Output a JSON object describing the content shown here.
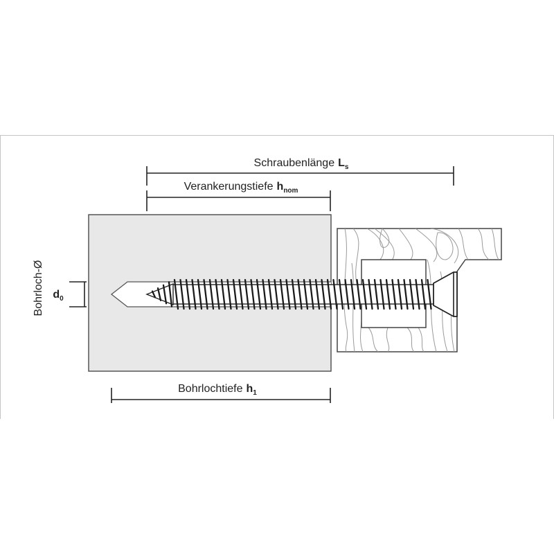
{
  "labels": {
    "screw_length": {
      "text": "Schraubenlänge",
      "symbol": "L",
      "sub": "s"
    },
    "anchorage_depth": {
      "text": "Verankerungstiefe",
      "symbol": "h",
      "sub": "nom"
    },
    "hole_depth": {
      "text": "Bohrlochtiefe",
      "symbol": "h",
      "sub": "1"
    },
    "hole_diameter": {
      "symbol": "d",
      "sub": "0"
    },
    "hole_diameter_caption": "Bohrloch-Ø"
  },
  "colors": {
    "line": "#222222",
    "concrete": "#e8e8e8",
    "frame": "#c4c4c4",
    "grain": "#9a9a9a",
    "outline": "#555555"
  }
}
